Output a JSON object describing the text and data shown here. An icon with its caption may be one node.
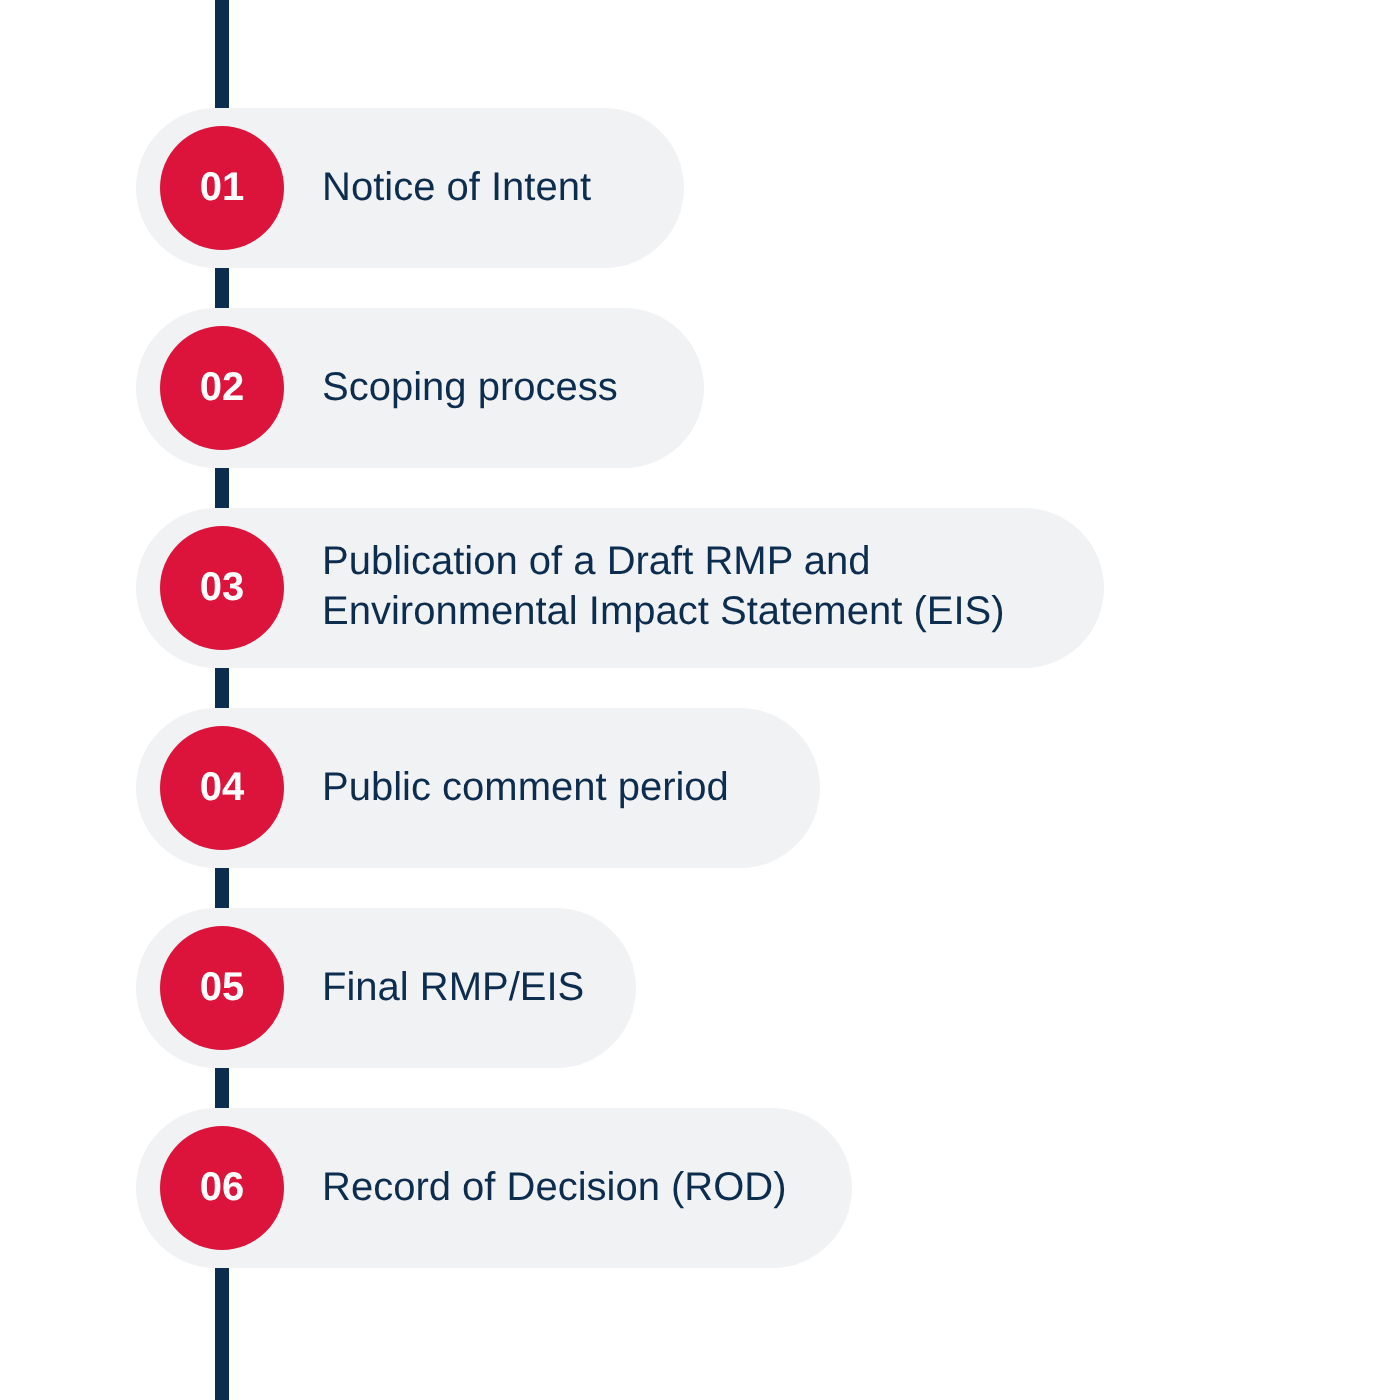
{
  "diagram": {
    "nodes": [
      {
        "text": [
          "Notice of Intent"
        ]
      },
      {
        "text": [
          "01"
        ],
        "in": 0
      },
      {
        "text": [
          "Scoping process"
        ]
      },
      {
        "text": [
          "02"
        ],
        "in": 2
      },
      {
        "text": [
          "Publication of a Draft RMP and Environmental Impact Statement (EIS)"
        ]
      },
      {
        "text": [
          "03"
        ],
        "in": 4
      },
      {
        "text": [
          "Public comment period"
        ]
      },
      {
        "text": [
          "04"
        ],
        "in": 6
      },
      {
        "text": [
          "Final RMP/EIS"
        ]
      },
      {
        "text": [
          "05"
        ],
        "in": 8
      },
      {
        "text": [
          "Record of Decision (ROD)"
        ]
      },
      {
        "text": [
          "06"
        ],
        "in": 10
      }
    ],
    "edges": [
      {
        "from": null,
        "to": 0,
        "arrow": "none"
      },
      {
        "from": 0,
        "to": 2,
        "arrow": "none"
      },
      {
        "from": 2,
        "to": 4,
        "arrow": "none"
      },
      {
        "from": 4,
        "to": 6,
        "arrow": "none"
      },
      {
        "from": 6,
        "to": 8,
        "arrow": "none"
      },
      {
        "from": 8,
        "to": 10,
        "arrow": "none"
      },
      {
        "from": 10,
        "to": null,
        "arrow": "none"
      }
    ]
  }
}
